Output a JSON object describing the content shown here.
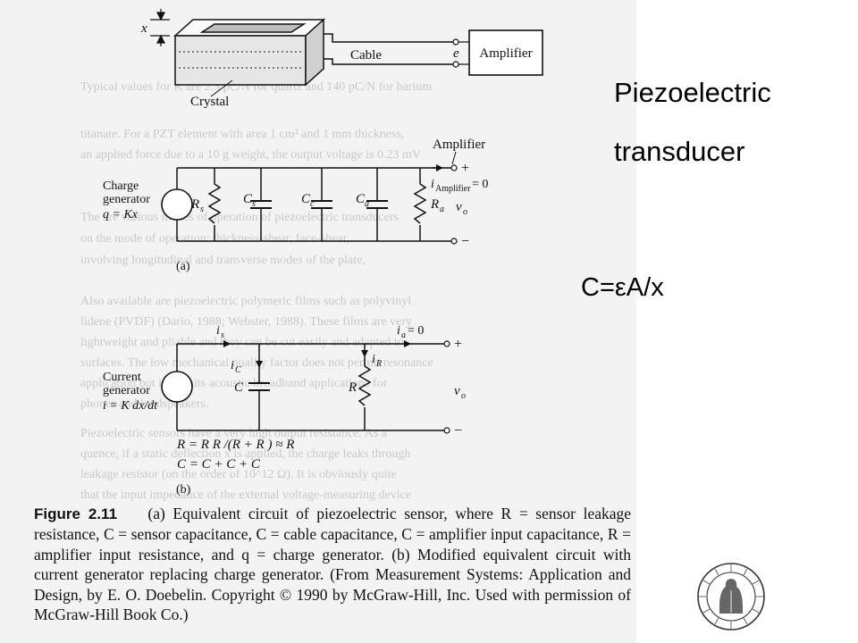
{
  "slide": {
    "title_line1": "Piezoelectric",
    "title_line2": "transducer",
    "formula": "C=εA/x"
  },
  "figure_a_top": {
    "x_label": "x",
    "crystal_label": "Crystal",
    "cable_label": "Cable",
    "e_label": "e",
    "amplifier_label": "Amplifier"
  },
  "figure_a": {
    "amplifier_label": "Amplifier",
    "generator_line1": "Charge",
    "generator_line2": "generator",
    "generator_line3": "q = Kx",
    "rs": "R",
    "rs_sub": "s",
    "cs": "C",
    "cs_sub": "s",
    "cc": "C",
    "cc_sub": "c",
    "ca": "C",
    "ca_sub": "a",
    "ra": "R",
    "ra_sub": "a",
    "i_amp": "i",
    "i_amp_sub": "Amplifier",
    "i_amp_rest": " = 0",
    "plus": "+",
    "minus": "−",
    "vo": "v",
    "vo_sub": "o",
    "panel_label": "(a)"
  },
  "figure_b": {
    "is": "i",
    "is_sub": "s",
    "ia": "i",
    "ia_sub": "a",
    "ia_rest": " = 0",
    "iR": "i",
    "iR_sub": "R",
    "ic": "i",
    "ic_sub": "C",
    "c_label": "C",
    "r_label": "R",
    "generator_line1": "Current",
    "generator_line2": "generator",
    "generator_line3": "i = K dx/dt",
    "plus": "+",
    "minus": "−",
    "vo": "v",
    "vo_sub": "o",
    "eq1": "R = R R /(R + R ) ≈ R",
    "eq2": "C = C + C + C",
    "panel_label": "(b)"
  },
  "caption": {
    "figure_label": "Figure 2.11",
    "text": "(a) Equivalent circuit of piezoelectric sensor, where R = sensor leakage resistance, C = sensor capacitance, C = cable capacitance, C = amplifier input capacitance, R = amplifier input resistance, and q = charge generator. (b) Modified equivalent circuit with current generator replacing charge generator. (From Measurement Systems: Application and Design, by E. O. Doebelin. Copyright © 1990 by McGraw-Hill, Inc. Used with permission of McGraw-Hill Book Co.)"
  },
  "background_text": [
    "Typical values for K are 2.3 pC/N for quartz and 140 pC/N for barium",
    "titanate. For a PZT element with area 1 cm² and 1 mm thickness,",
    "an applied force due to a 10 g weight, the output voltage is 0.23 mV",
    "The are various modes of operation of piezoelectric transducers",
    "on the mode of operation: thickness-shear, face-shear,",
    "involving longitudinal and transverse modes of the plate,",
    "Also available are piezoelectric polymeric films such as polyvinyl",
    "lidene (PVDF) (Dario, 1988; Webster, 1988). These films are very",
    "lightweight and pliable and they can be cut easily and adapted to",
    "surfaces. The low mechanical quality factor does not permit resonance",
    "application but it permits acoustic broadband applications for",
    "phones and loudspeakers.",
    "Piezoelectric sensors have a very high output resistance. As a",
    "quence, if a static deflection x is applied, the charge leaks through",
    "leakage resistor (on the order of 10^12 Ω). It is obviously quite",
    "that the input impedance of the external voltage-measuring device"
  ]
}
